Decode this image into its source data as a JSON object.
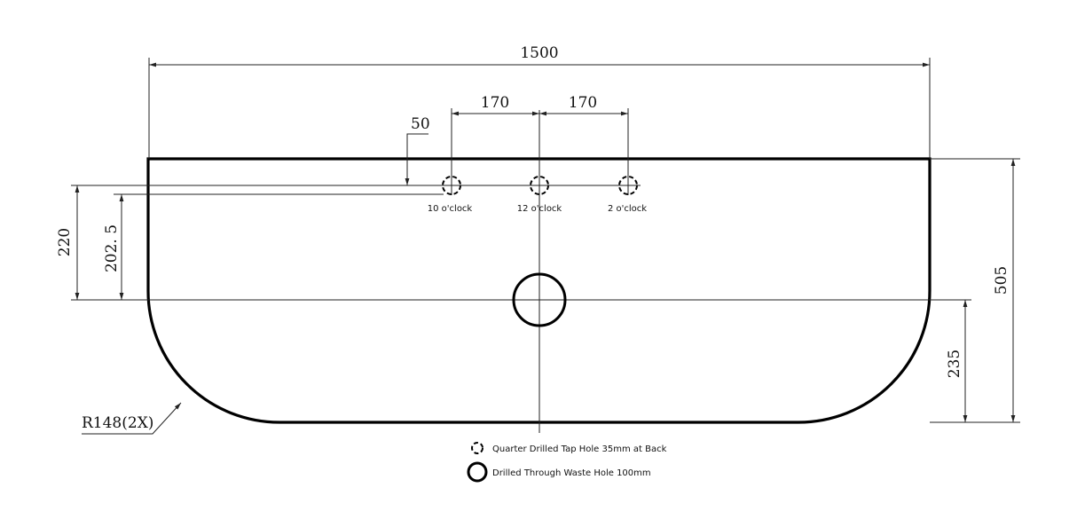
{
  "dimensions": {
    "overall_width": "1500",
    "tap_spacing_left": "170",
    "tap_spacing_right": "170",
    "tap_offset_from_back": "50",
    "depth_total": "505",
    "waste_from_back": "220",
    "tap_row_to_waste": "202. 5",
    "waste_from_front": "235",
    "corner_radius": "R148(2X)"
  },
  "tap_labels": {
    "left": "10 o'clock",
    "center": "12 o'clock",
    "right": "2 o'clock"
  },
  "legend": {
    "tap_hole": "Quarter Drilled Tap Hole 35mm at Back",
    "waste_hole": "Drilled Through Waste Hole 100mm"
  }
}
